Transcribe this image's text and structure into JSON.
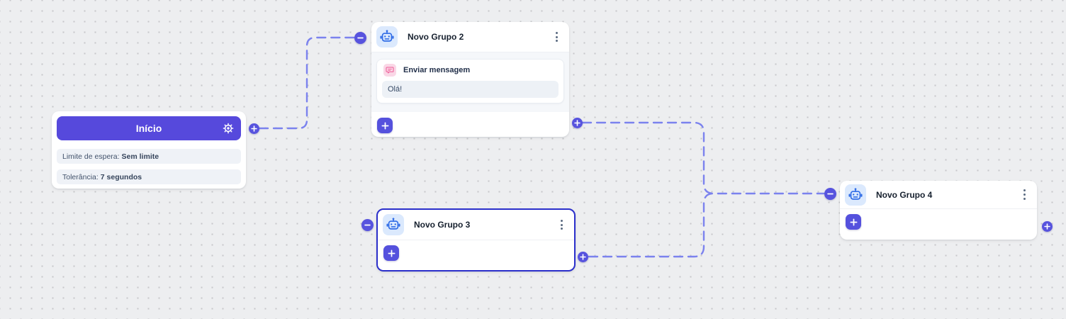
{
  "nodes": {
    "inicio": {
      "title": "Início",
      "rows": [
        {
          "label": "Limite de espera:",
          "value": "Sem limite"
        },
        {
          "label": "Tolerância:",
          "value": "7 segundos"
        }
      ]
    },
    "grupo2": {
      "title": "Novo Grupo 2",
      "blocks": [
        {
          "type": "Enviar mensagem",
          "message": "Olá!"
        }
      ]
    },
    "grupo3": {
      "title": "Novo Grupo 3",
      "selected": "true"
    },
    "grupo4": {
      "title": "Novo Grupo 4"
    }
  },
  "icons": {
    "header_icon": "robot-icon",
    "settings": "gear-icon",
    "menu": "kebab-menu-icon",
    "block_type": "message-bubble-icon",
    "add": "plus-icon",
    "input_connector": "minus-icon",
    "output_connector": "plus-icon"
  },
  "colors": {
    "primary": "#5649DC",
    "button": "#5551DD",
    "connector": "#5753DE",
    "wire": "#7B82EE",
    "selected_border": "#2B2FCB",
    "robot_blue": "#2E6BE6",
    "robot_bg": "#DBE9FD",
    "pink": "#EE5B97",
    "pink_bg": "#FAD7E6",
    "canvas_bg": "#EDEEF0"
  }
}
